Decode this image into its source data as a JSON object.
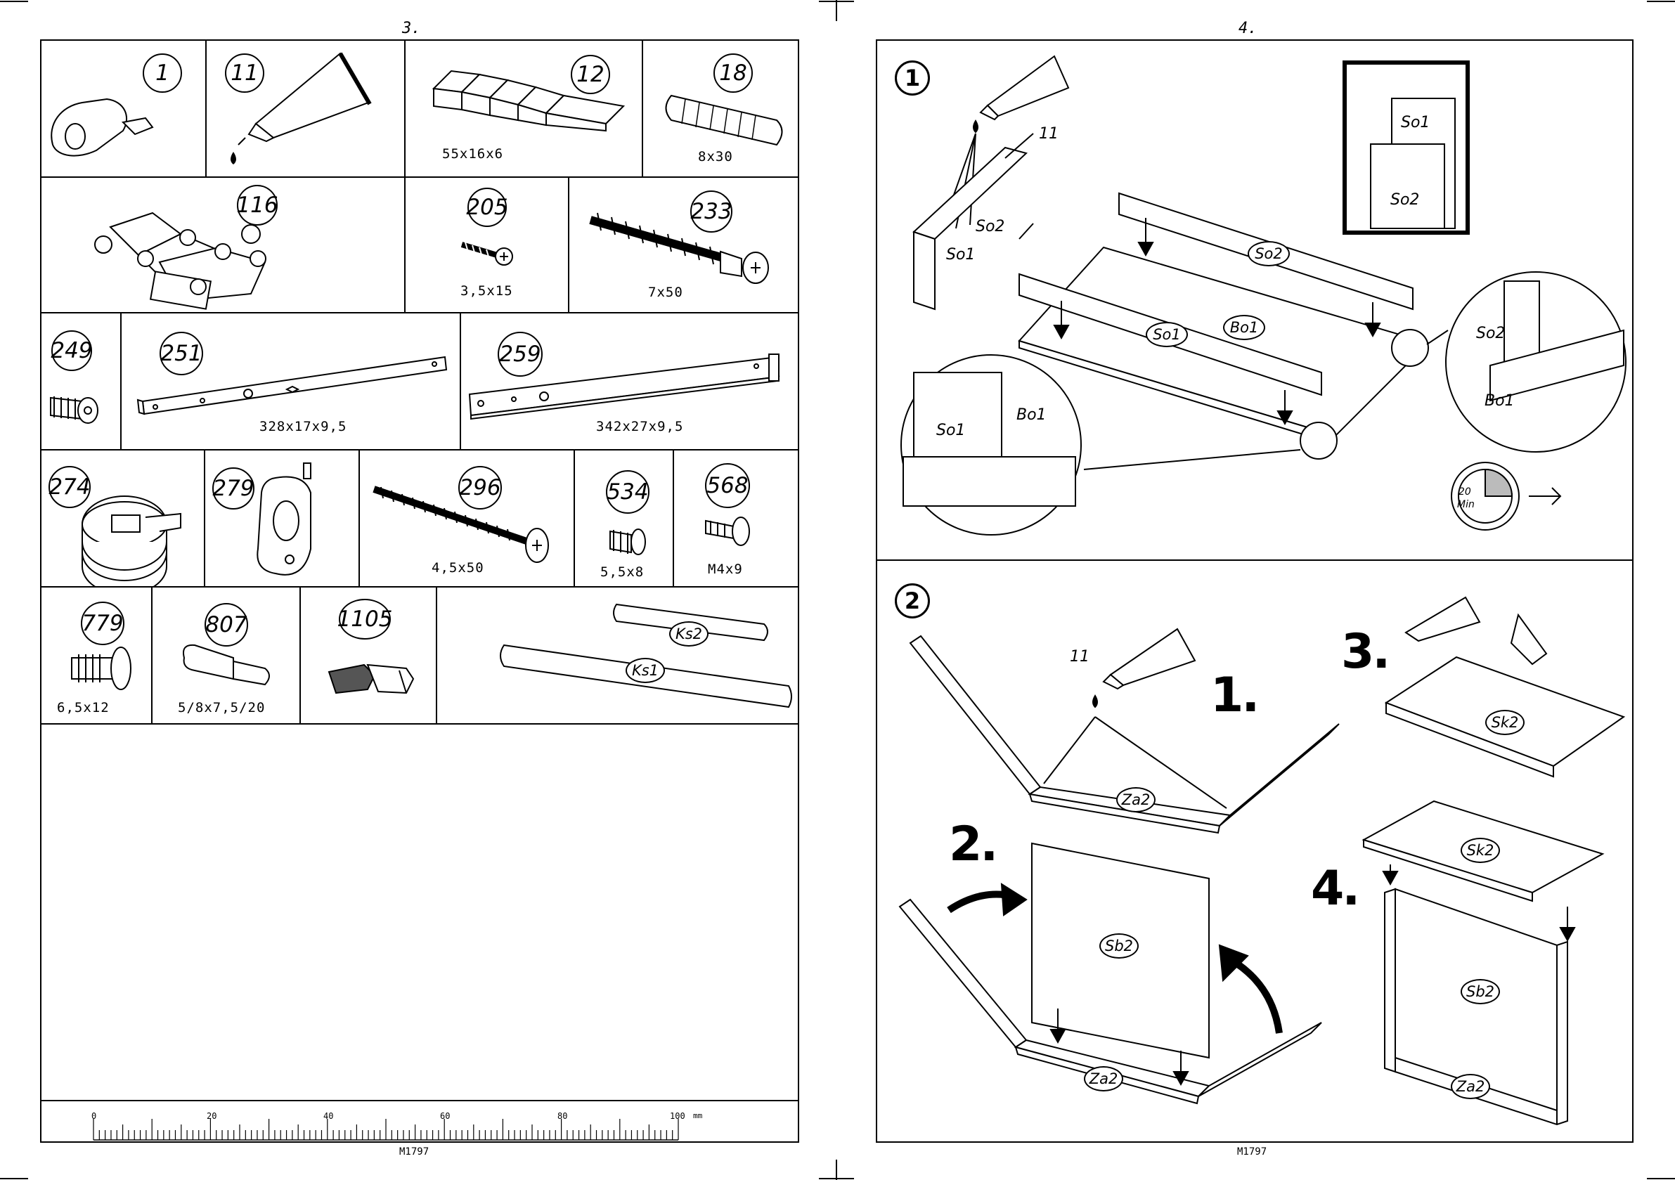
{
  "left_page": {
    "page_number": "3.",
    "footer_code": "M1797",
    "parts": [
      {
        "num": "1",
        "dim": ""
      },
      {
        "num": "11",
        "dim": ""
      },
      {
        "num": "12",
        "dim": "55x16x6"
      },
      {
        "num": "18",
        "dim": "8x30"
      },
      {
        "num": "116",
        "dim": ""
      },
      {
        "num": "205",
        "dim": "3,5x15"
      },
      {
        "num": "233",
        "dim": "7x50"
      },
      {
        "num": "249",
        "dim": ""
      },
      {
        "num": "251",
        "dim": "328x17x9,5"
      },
      {
        "num": "259",
        "dim": "342x27x9,5"
      },
      {
        "num": "274",
        "dim": ""
      },
      {
        "num": "279",
        "dim": ""
      },
      {
        "num": "296",
        "dim": "4,5x50"
      },
      {
        "num": "534",
        "dim": "5,5x8"
      },
      {
        "num": "568",
        "dim": "M4x9"
      },
      {
        "num": "779",
        "dim": "6,5x12"
      },
      {
        "num": "807",
        "dim": "5/8x7,5/20"
      },
      {
        "num": "1105",
        "dim": ""
      }
    ],
    "panel_labels": {
      "ks2": "Ks2",
      "ks1": "Ks1"
    },
    "ruler": {
      "labels": [
        "0",
        "20",
        "40",
        "60",
        "80",
        "100"
      ],
      "unit": "mm"
    }
  },
  "right_page": {
    "page_number": "4.",
    "footer_code": "M1797",
    "step1": {
      "number": "1",
      "glue_ref": "11",
      "labels": {
        "so1": "So1",
        "so2": "So2",
        "bo1": "Bo1"
      },
      "timer": {
        "value": "20",
        "unit": "Min"
      }
    },
    "step2": {
      "number": "2",
      "glue_ref": "11",
      "substeps": [
        "1.",
        "2.",
        "3.",
        "4."
      ],
      "labels": {
        "za2": "Za2",
        "sb2": "Sb2",
        "sk2": "Sk2"
      }
    }
  }
}
